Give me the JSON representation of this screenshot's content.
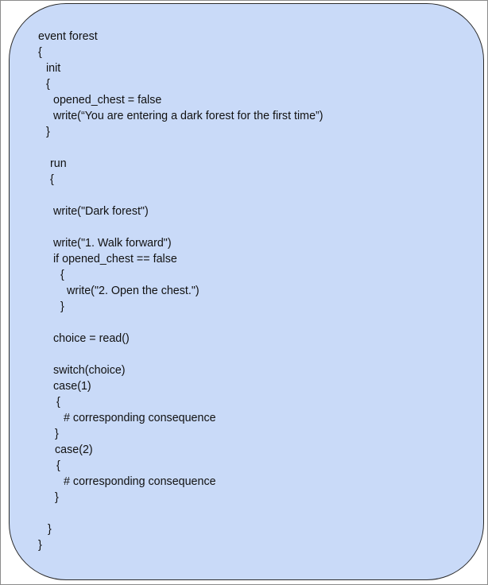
{
  "code_lines": [
    {
      "text": "event forest"
    },
    {
      "text": "{"
    },
    {
      "text": "init"
    },
    {
      "text": "{"
    },
    {
      "text": "opened_chest = false"
    },
    {
      "text": "write(“You are entering a dark forest for the first time”)"
    },
    {
      "text": "}"
    },
    {
      "text": "run"
    },
    {
      "text": "{"
    },
    {
      "text": "write(\"Dark forest\")"
    },
    {
      "text": "write(\"1. Walk forward\")"
    },
    {
      "text": "if opened_chest == false"
    },
    {
      "text": "{"
    },
    {
      "text": "write(\"2. Open the chest.\")"
    },
    {
      "text": "}"
    },
    {
      "text": "choice = read()"
    },
    {
      "text": "switch(choice)"
    },
    {
      "text": "case(1)"
    },
    {
      "text": "{"
    },
    {
      "text": "# corresponding consequence"
    },
    {
      "text": "}"
    },
    {
      "text": "case(2)"
    },
    {
      "text": "{"
    },
    {
      "text": "# corresponding consequence"
    },
    {
      "text": "}"
    },
    {
      "text": "}"
    },
    {
      "text": "}"
    }
  ]
}
